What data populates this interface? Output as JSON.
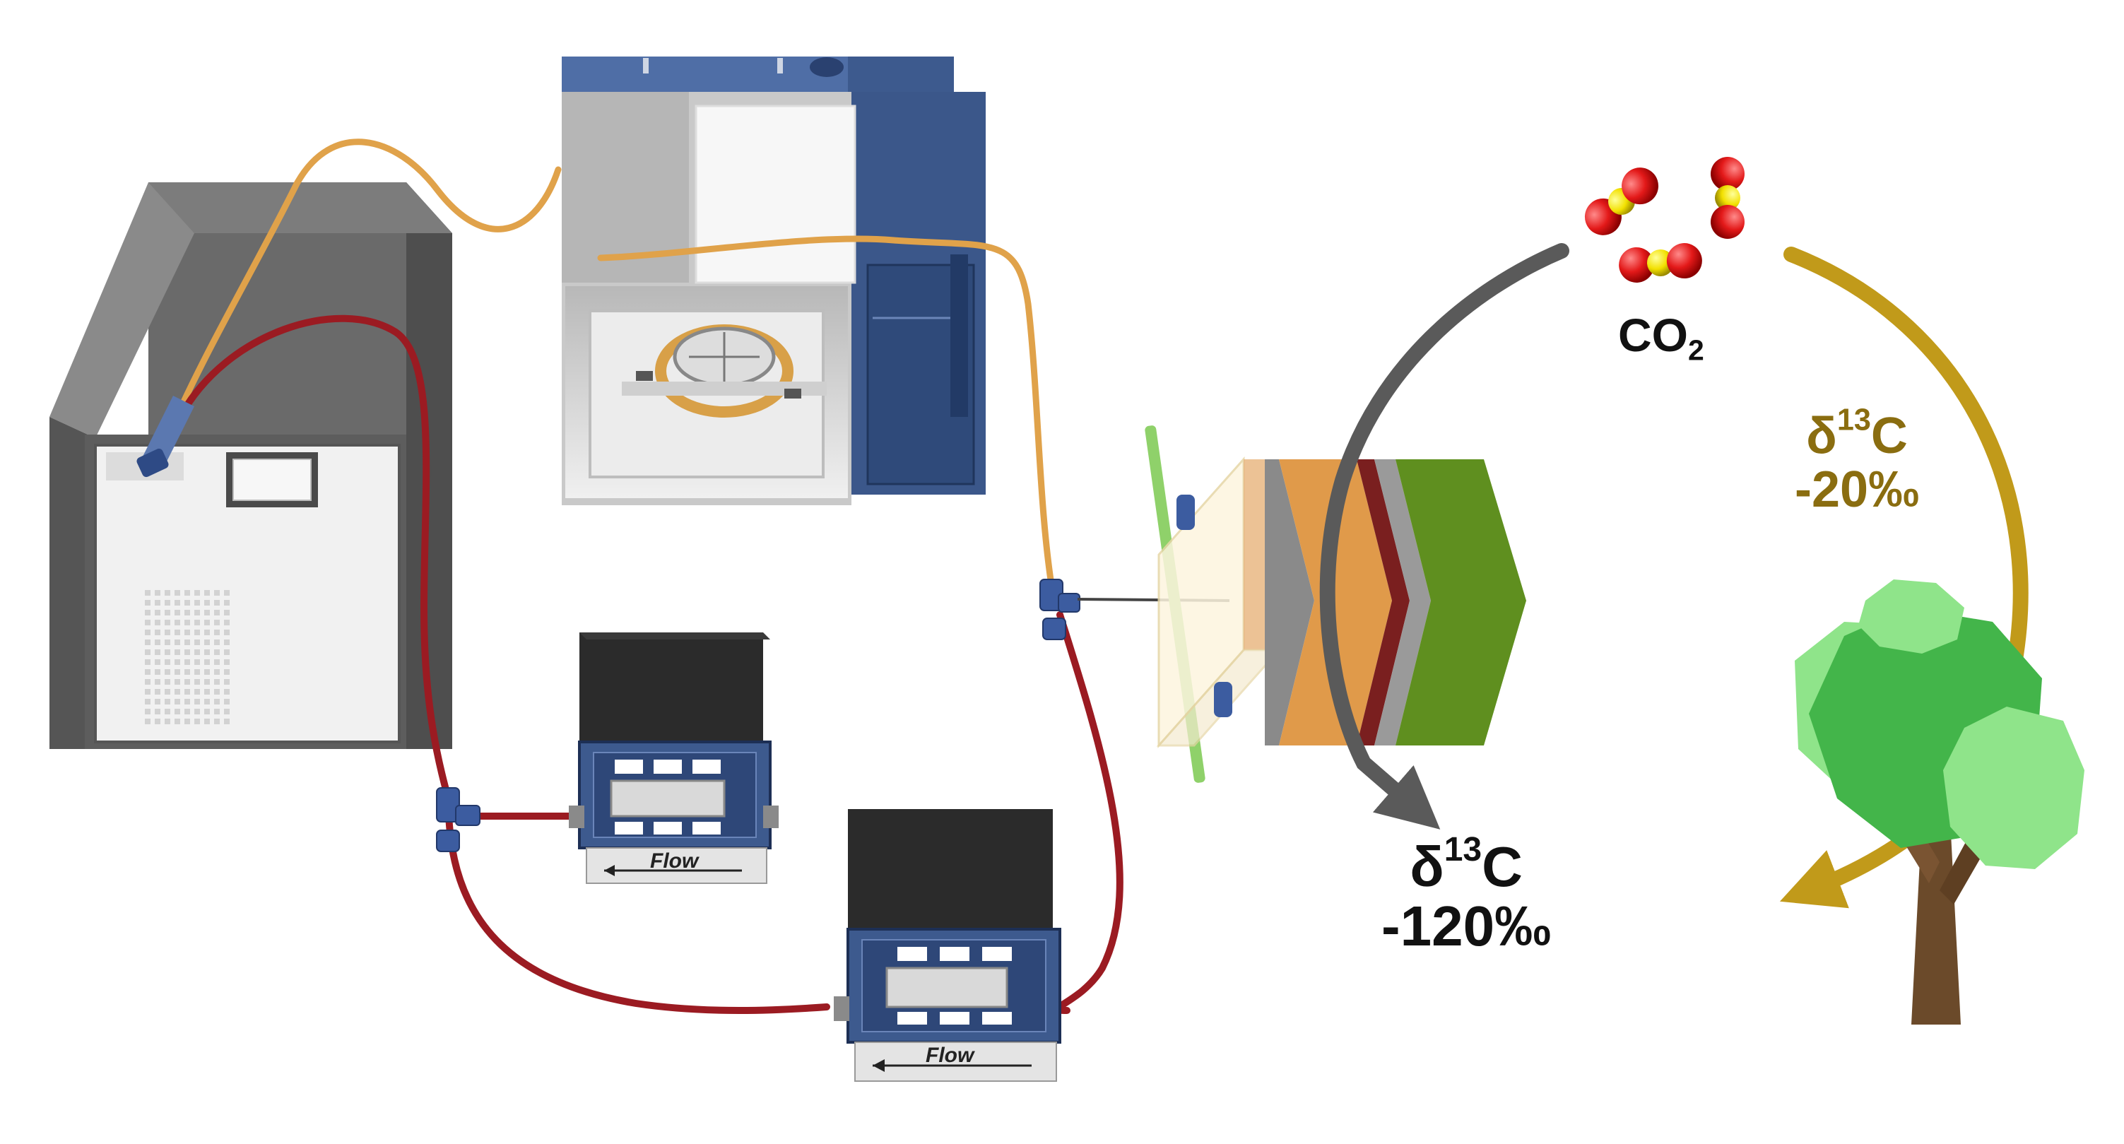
{
  "colors": {
    "tube_red": "#9b1b22",
    "tube_orange": "#e0a24a",
    "furnace_blue": "#3d5a8e",
    "cabinet_gray": "#6e6e6e",
    "arrow_gray": "#5a5a5a",
    "arrow_gold": "#c19a1a",
    "label_gold": "#8a6d10",
    "leaf_green": "#43b54a",
    "leaf_light": "#8fe48a",
    "trunk_brown": "#6b4a2a",
    "membrane_orange": "#e09a4a",
    "membrane_green": "#5f8f1f",
    "oxygen_red": "#e31919",
    "carbon_yellow": "#f2e000"
  },
  "icons": {
    "chiller": "chiller-cabinet-icon",
    "furnace": "tube-furnace-icon",
    "flow_meter": "mass-flow-controller-icon",
    "cell": "electrolyzer-cell-icon",
    "tree": "tree-icon",
    "molecule": "co2-molecule-icon"
  },
  "labels": {
    "co2_main": "CO",
    "co2_sub": "2",
    "delta": "δ",
    "isotope_mass": "13",
    "element": "C",
    "tree_value": "-20‰",
    "product_value": "-120‰"
  },
  "flow_meters": [
    {
      "flow_label": "Flow"
    },
    {
      "flow_label": "Flow"
    }
  ]
}
